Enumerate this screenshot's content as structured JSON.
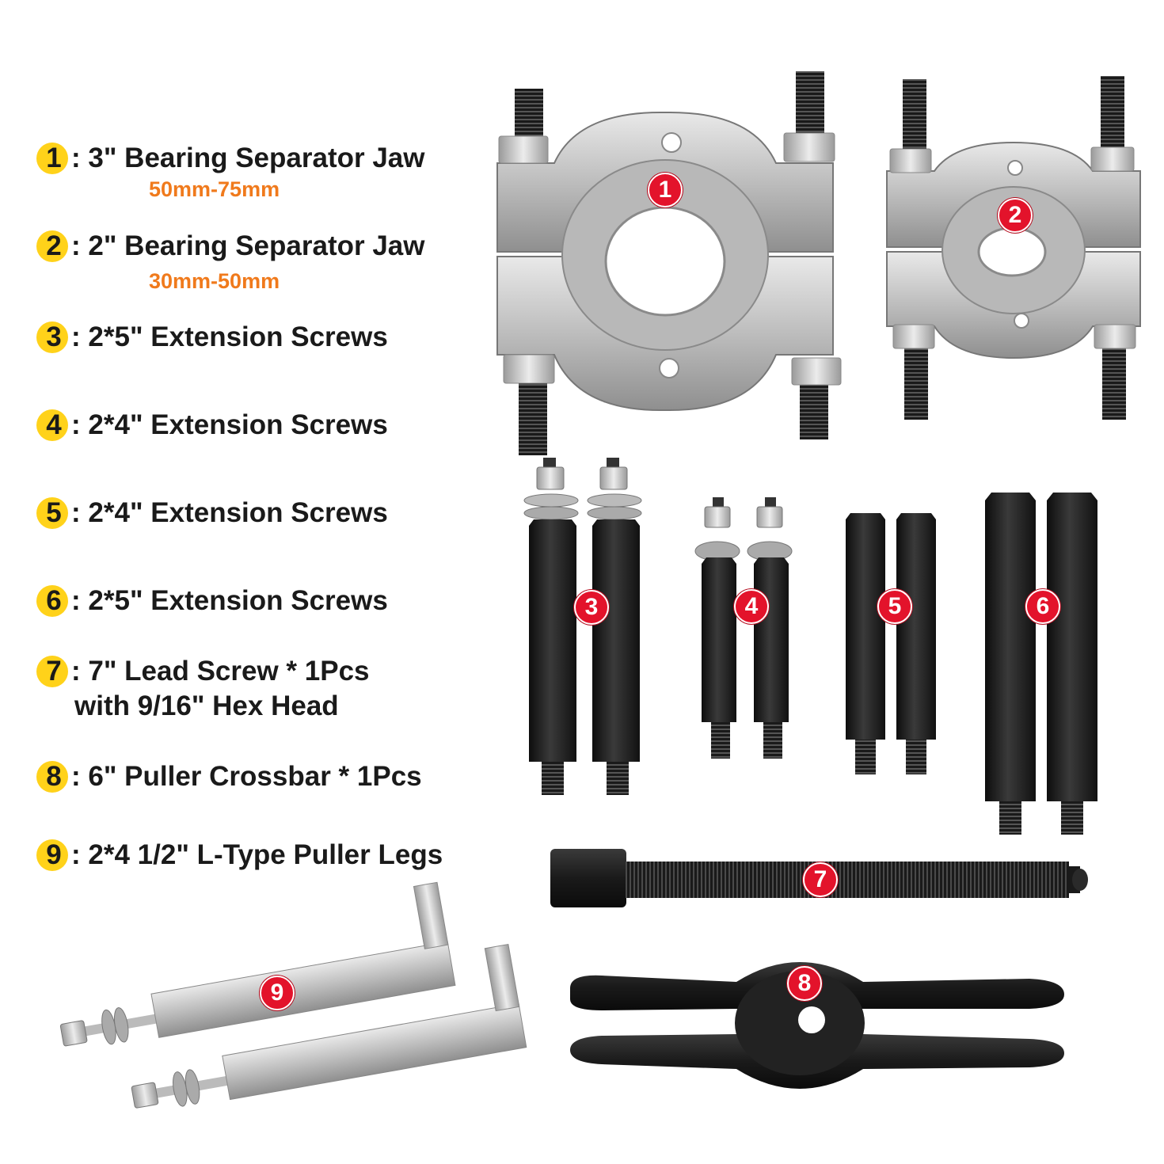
{
  "legend": [
    {
      "num": "1",
      "text": "3\" Bearing Separator Jaw",
      "range": "50mm-75mm"
    },
    {
      "num": "2",
      "text": "2\" Bearing Separator Jaw",
      "range": "30mm-50mm"
    },
    {
      "num": "3",
      "text": "2*5\" Extension Screws"
    },
    {
      "num": "4",
      "text": "2*4\" Extension Screws"
    },
    {
      "num": "5",
      "text": "2*4\" Extension Screws"
    },
    {
      "num": "6",
      "text": "2*5\" Extension Screws"
    },
    {
      "num": "7",
      "text": "7\" Lead Screw * 1Pcs",
      "line2": "with 9/16\" Hex Head"
    },
    {
      "num": "8",
      "text": "6\" Puller Crossbar * 1Pcs"
    },
    {
      "num": "9",
      "text": "2*4 1/2\" L-Type Puller Legs"
    }
  ],
  "markers": [
    "1",
    "2",
    "3",
    "4",
    "5",
    "6",
    "7",
    "8",
    "9"
  ],
  "colors": {
    "badge": "#ffd21a",
    "range_text": "#f07a1c",
    "marker": "#e3132b",
    "steel": "#c9c9c9",
    "black_part": "#1c1c1c"
  }
}
